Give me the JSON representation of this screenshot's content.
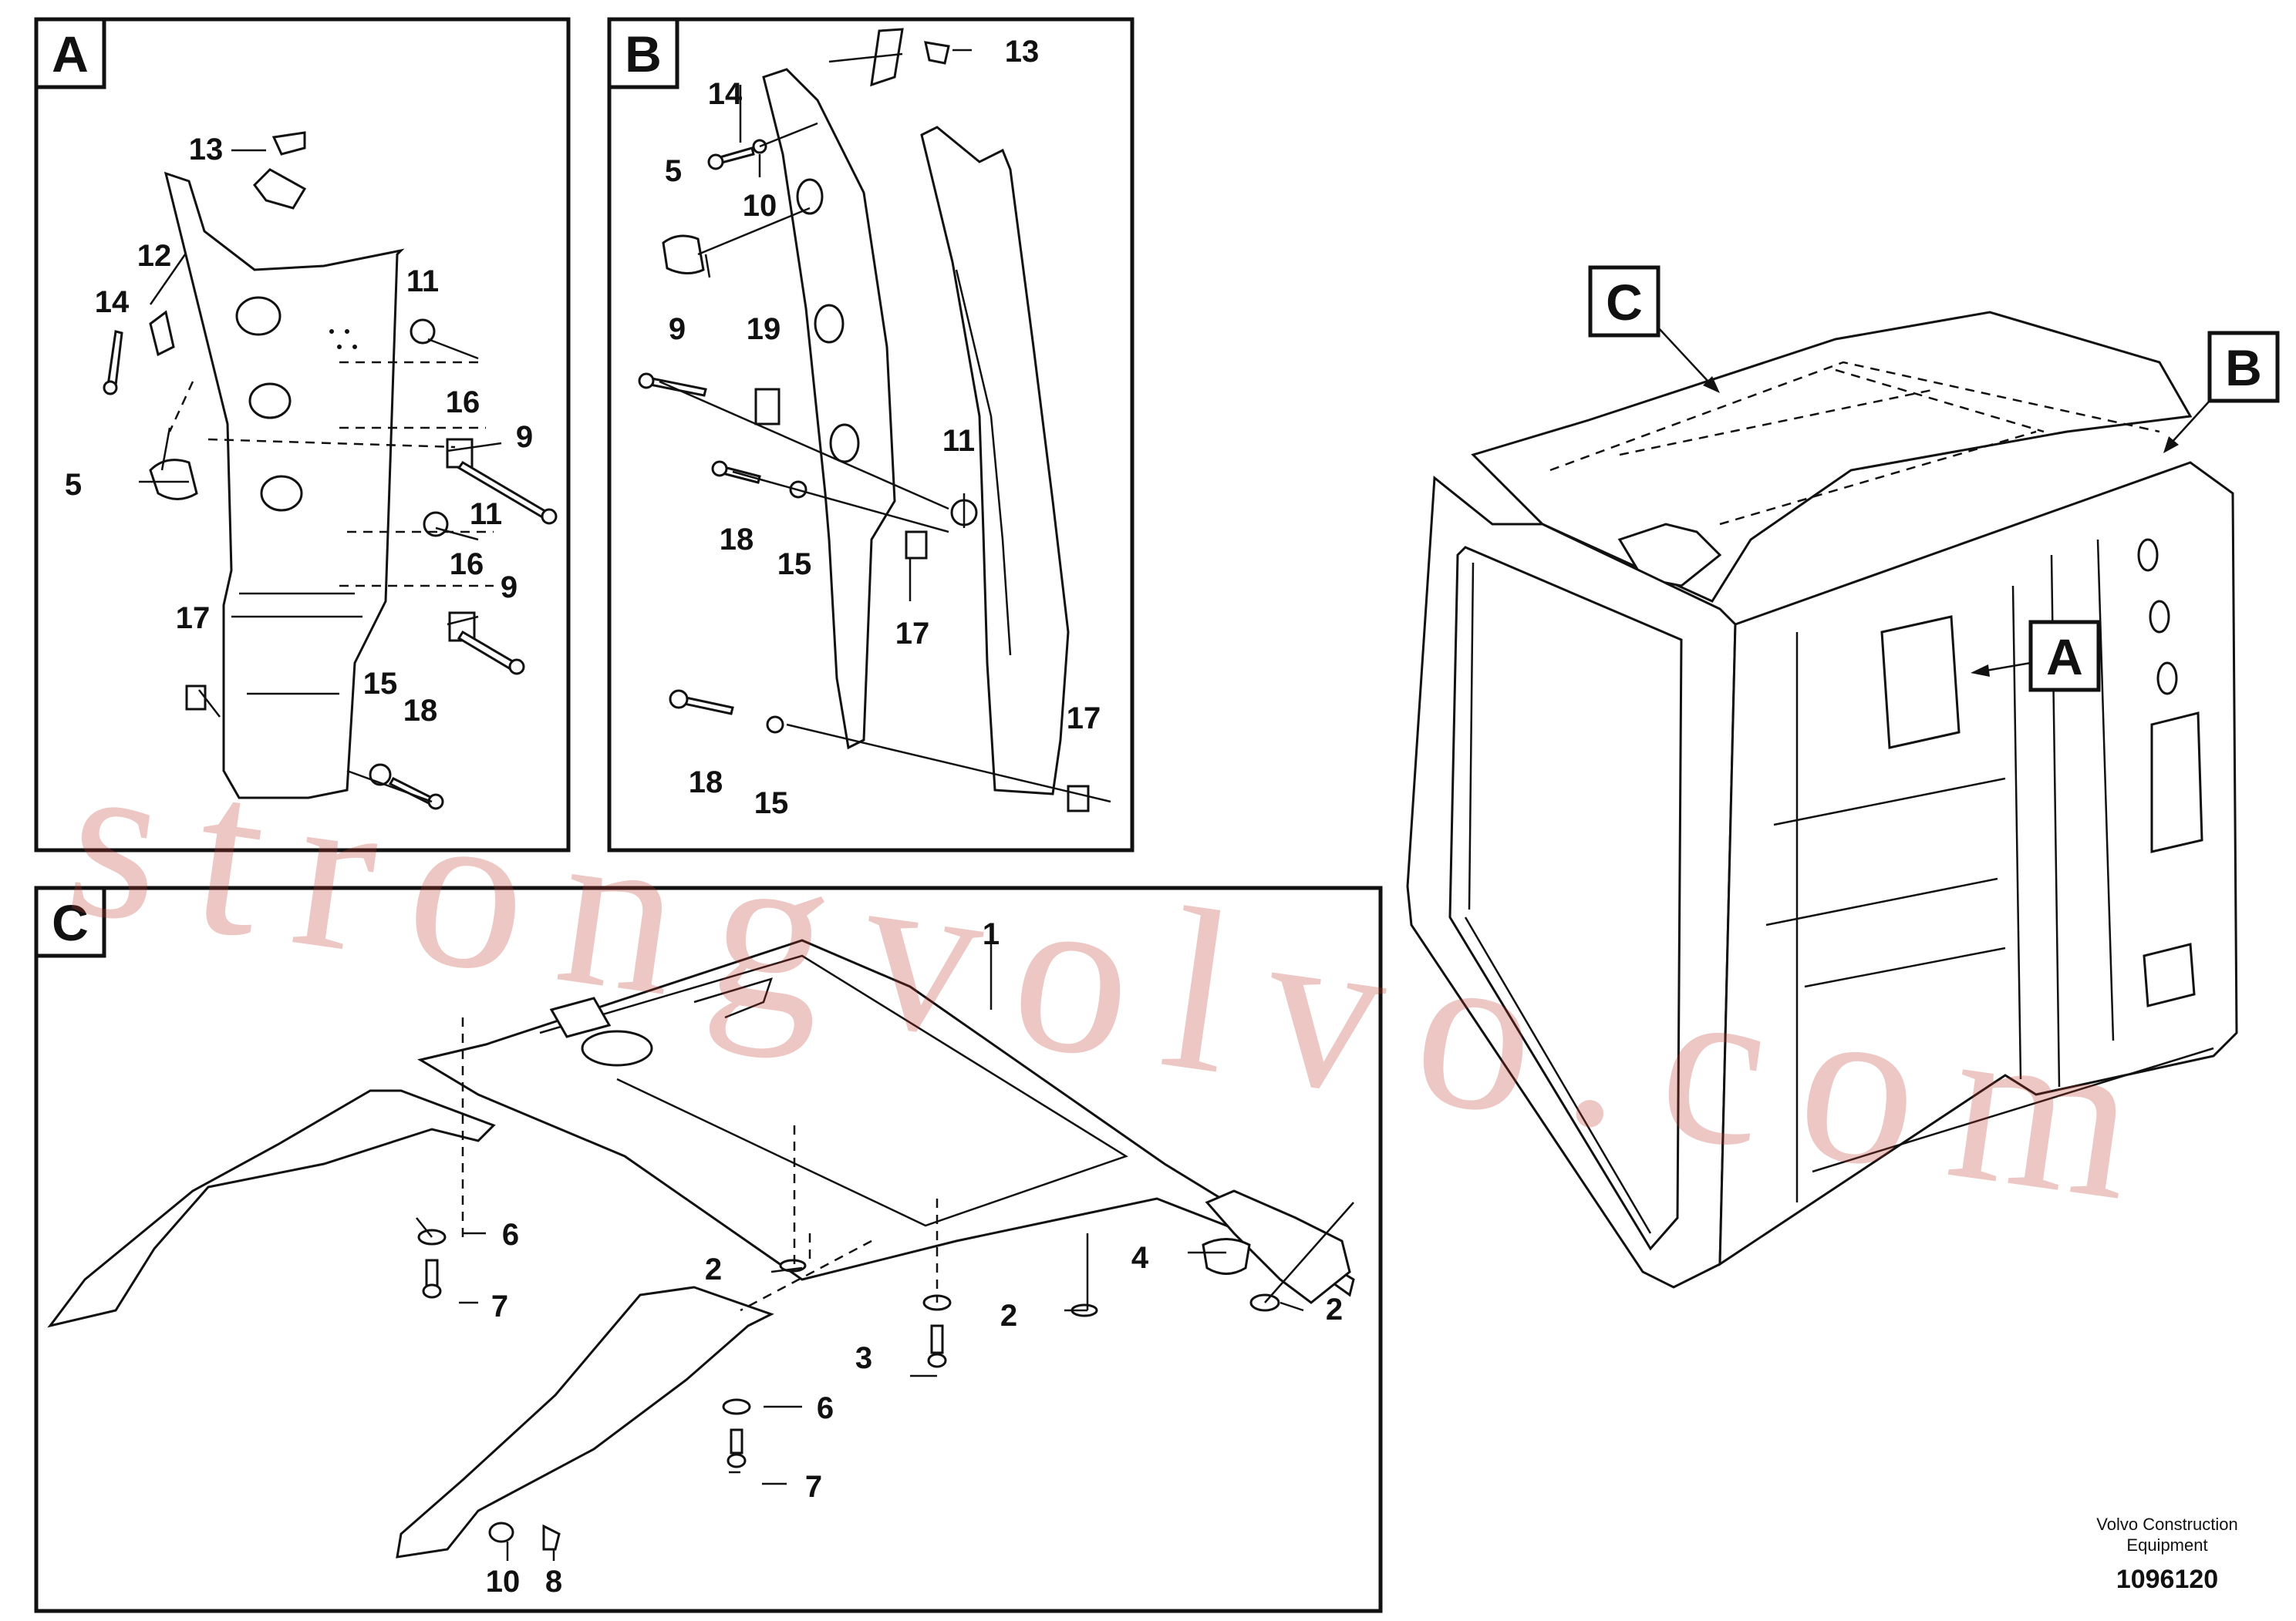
{
  "panels": {
    "a": {
      "tag": "A",
      "callouts": [
        "13",
        "12",
        "14",
        "11",
        "5",
        "16",
        "9",
        "11",
        "16",
        "9",
        "17",
        "15",
        "18"
      ]
    },
    "b": {
      "tag": "B",
      "callouts": [
        "13",
        "14",
        "10",
        "5",
        "9",
        "19",
        "11",
        "18",
        "15",
        "17",
        "18",
        "15",
        "17"
      ]
    },
    "c": {
      "tag": "C",
      "callouts": [
        "1",
        "6",
        "7",
        "2",
        "3",
        "2",
        "4",
        "2",
        "6",
        "7",
        "10",
        "8"
      ]
    }
  },
  "overview": {
    "tags": [
      "C",
      "B",
      "A"
    ]
  },
  "watermark": "strongvolvo.com",
  "footer": {
    "company_line1": "Volvo Construction",
    "company_line2": "Equipment",
    "figure_number": "1096120"
  }
}
